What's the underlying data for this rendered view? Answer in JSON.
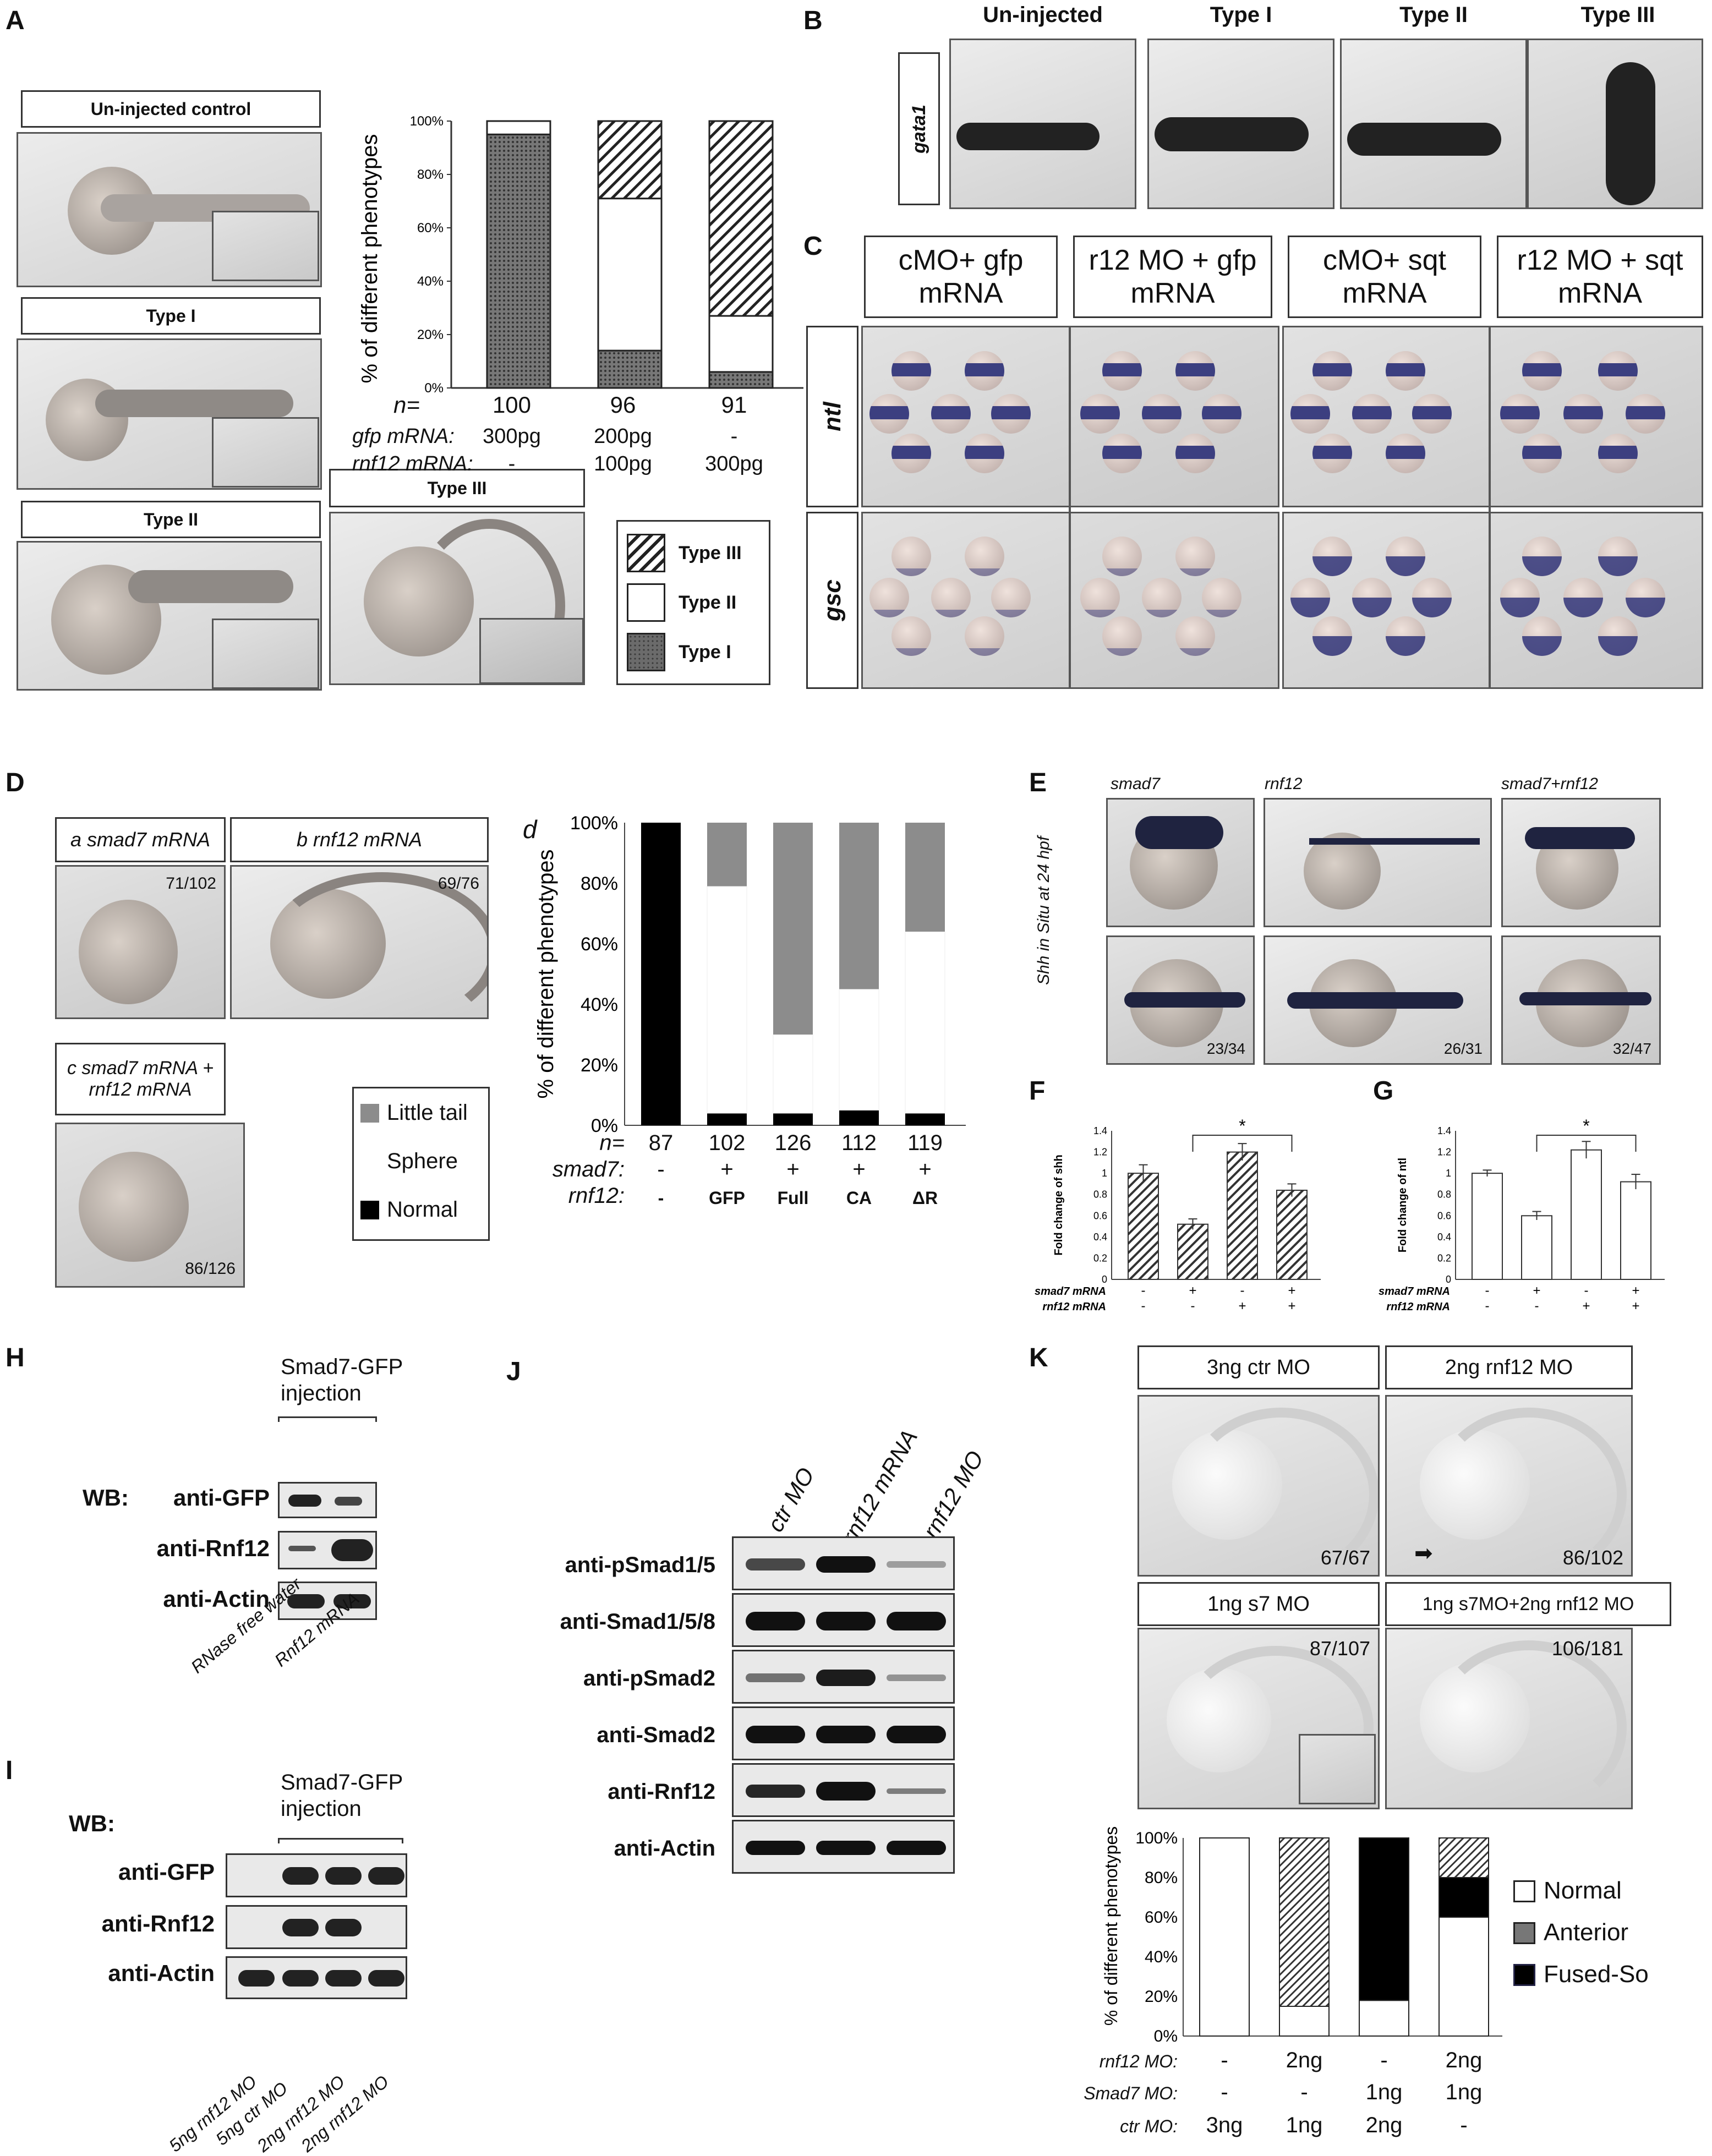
{
  "panelA": {
    "letter": "A",
    "img_labels": [
      "Un-injected control",
      "Type I",
      "Type II",
      "Type III"
    ],
    "legend": [
      "Type III",
      "Type II",
      "Type I"
    ],
    "chart_ylabel": "% of different phenotypes",
    "n_label": "n=",
    "n_values": [
      "100",
      "96",
      "91"
    ],
    "gfp_label": "gfp mRNA:",
    "gfp_values": [
      "300pg",
      "200pg",
      "-"
    ],
    "rnf_label": "rnf12 mRNA:",
    "rnf_values": [
      "-",
      "100pg",
      "300pg"
    ],
    "yticks": [
      "0%",
      "20%",
      "40%",
      "60%",
      "80%",
      "100%"
    ]
  },
  "panelB": {
    "letter": "B",
    "headers": [
      "Un-injected",
      "Type I",
      "Type II",
      "Type III"
    ],
    "row_label": "gata1"
  },
  "panelC": {
    "letter": "C",
    "headers": [
      "cMO+ gfp mRNA",
      "r12 MO + gfp mRNA",
      "cMO+ sqt mRNA",
      "r12 MO + sqt mRNA"
    ],
    "rows": [
      "ntl",
      "gsc"
    ]
  },
  "panelD": {
    "letter": "D",
    "img_a_label": "a smad7 mRNA",
    "img_a_count": "71/102",
    "img_b_label": "b rnf12 mRNA",
    "img_b_count": "69/76",
    "img_c_label": "c smad7 mRNA + rnf12 mRNA",
    "img_c_count": "86/126",
    "legend": [
      "Little tail",
      "Sphere",
      "Normal"
    ],
    "chart_letter": "d",
    "chart_ylabel": "% of different phenotypes",
    "yticks": [
      "0%",
      "20%",
      "40%",
      "60%",
      "80%",
      "100%"
    ],
    "n_label": "n=",
    "n_values": [
      "87",
      "102",
      "126",
      "112",
      "119"
    ],
    "smad7_label": "smad7:",
    "smad7_values": [
      "-",
      "+",
      "+",
      "+",
      "+"
    ],
    "rnf12_label": "rnf12:",
    "rnf12_values": [
      "-",
      "GFP",
      "Full",
      "CA",
      "ΔR"
    ]
  },
  "panelE": {
    "letter": "E",
    "headers": [
      "smad7",
      "rnf12",
      "smad7+rnf12"
    ],
    "side_label": "Shh in Situ at 24 hpf",
    "counts": [
      "23/34",
      "26/31",
      "32/47"
    ]
  },
  "panelF": {
    "letter": "F",
    "ylabel": "Fold change of shh",
    "yticks": [
      "0",
      "0.2",
      "0.4",
      "0.6",
      "0.8",
      "1",
      "1.2",
      "1.4"
    ],
    "smad7_label": "smad7 mRNA",
    "smad7_values": [
      "-",
      "+",
      "-",
      "+"
    ],
    "rnf12_label": "rnf12 mRNA",
    "rnf12_values": [
      "-",
      "-",
      "+",
      "+"
    ],
    "star": "*"
  },
  "panelG": {
    "letter": "G",
    "ylabel": "Fold change of ntl",
    "yticks": [
      "0",
      "0.2",
      "0.4",
      "0.6",
      "0.8",
      "1",
      "1.2",
      "1.4"
    ],
    "smad7_label": "smad7 mRNA",
    "smad7_values": [
      "-",
      "+",
      "-",
      "+"
    ],
    "rnf12_label": "rnf12 mRNA",
    "rnf12_values": [
      "-",
      "-",
      "+",
      "+"
    ],
    "star": "*"
  },
  "panelH": {
    "letter": "H",
    "header": "Smad7-GFP injection",
    "wb": "WB:",
    "rows": [
      "anti-GFP",
      "anti-Rnf12",
      "anti-Actin"
    ],
    "lanes": [
      "RNase free water",
      "Rnf12 mRNA"
    ]
  },
  "panelI": {
    "letter": "I",
    "header": "Smad7-GFP injection",
    "wb": "WB:",
    "rows": [
      "anti-GFP",
      "anti-Rnf12",
      "anti-Actin"
    ],
    "lanes": [
      "5ng rnf12 MO",
      "5ng ctr MO",
      "2ng rnf12 MO",
      "2ng rnf12 MO"
    ]
  },
  "panelJ": {
    "letter": "J",
    "lanes": [
      "ctr MO",
      "rnf12 mRNA",
      "rnf12 MO"
    ],
    "rows": [
      "anti-pSmad1/5",
      "anti-Smad1/5/8",
      "anti-pSmad2",
      "anti-Smad2",
      "anti-Rnf12",
      "anti-Actin"
    ]
  },
  "panelK": {
    "letter": "K",
    "img_labels": [
      "3ng ctr MO",
      "2ng rnf12 MO",
      "1ng s7 MO",
      "1ng s7MO+2ng rnf12 MO"
    ],
    "counts": [
      "67/67",
      "86/102",
      "87/107",
      "106/181"
    ],
    "chart_ylabel": "% of different phenotypes",
    "yticks": [
      "0%",
      "20%",
      "40%",
      "60%",
      "80%",
      "100%"
    ],
    "legend": [
      "Normal",
      "Anterior",
      "Fused-So"
    ],
    "rnf12_label": "rnf12 MO:",
    "rnf12_values": [
      "-",
      "2ng",
      "-",
      "2ng"
    ],
    "smad7_label": "Smad7 MO:",
    "smad7_values": [
      "-",
      "-",
      "1ng",
      "1ng"
    ],
    "ctr_label": "ctr MO:",
    "ctr_values": [
      "3ng",
      "1ng",
      "2ng",
      "-"
    ]
  },
  "chart_data": [
    {
      "type": "bar",
      "panel": "A",
      "categories": [
        "100",
        "96",
        "91"
      ],
      "series": [
        {
          "name": "Type I",
          "values": [
            95,
            14,
            6
          ]
        },
        {
          "name": "Type II",
          "values": [
            5,
            57,
            21
          ]
        },
        {
          "name": "Type III",
          "values": [
            0,
            29,
            73
          ]
        }
      ],
      "ylabel": "% of different phenotypes",
      "ylim": [
        0,
        100
      ],
      "stacked": true
    },
    {
      "type": "bar",
      "panel": "D",
      "categories": [
        "87",
        "102",
        "126",
        "112",
        "119"
      ],
      "series": [
        {
          "name": "Normal",
          "values": [
            100,
            4,
            4,
            5,
            4
          ]
        },
        {
          "name": "Sphere",
          "values": [
            0,
            75,
            26,
            40,
            60
          ]
        },
        {
          "name": "Little tail",
          "values": [
            0,
            21,
            70,
            55,
            36
          ]
        }
      ],
      "ylabel": "% of different phenotypes",
      "ylim": [
        0,
        100
      ],
      "stacked": true
    },
    {
      "type": "bar",
      "panel": "F",
      "categories": [
        "-/-",
        "+/-",
        "-/+",
        "+/+"
      ],
      "values": [
        1.0,
        0.52,
        1.2,
        0.84
      ],
      "errors": [
        0.08,
        0.05,
        0.08,
        0.06
      ],
      "ylabel": "Fold change of shh",
      "ylim": [
        0,
        1.4
      ]
    },
    {
      "type": "bar",
      "panel": "G",
      "categories": [
        "-/-",
        "+/-",
        "-/+",
        "+/+"
      ],
      "values": [
        1.0,
        0.6,
        1.22,
        0.92
      ],
      "errors": [
        0.03,
        0.04,
        0.08,
        0.07
      ],
      "ylabel": "Fold change of ntl",
      "ylim": [
        0,
        1.4
      ]
    },
    {
      "type": "bar",
      "panel": "K",
      "categories": [
        "3ng ctr MO",
        "2ng rnf12 MO",
        "1ng s7 MO",
        "1ng s7MO+2ng rnf12 MO"
      ],
      "series": [
        {
          "name": "Normal",
          "values": [
            100,
            15,
            18,
            60
          ]
        },
        {
          "name": "Fused-So",
          "values": [
            0,
            0,
            82,
            20
          ]
        },
        {
          "name": "Anterior",
          "values": [
            0,
            85,
            0,
            20
          ]
        }
      ],
      "ylabel": "% of different phenotypes",
      "ylim": [
        0,
        100
      ],
      "stacked": true
    }
  ]
}
